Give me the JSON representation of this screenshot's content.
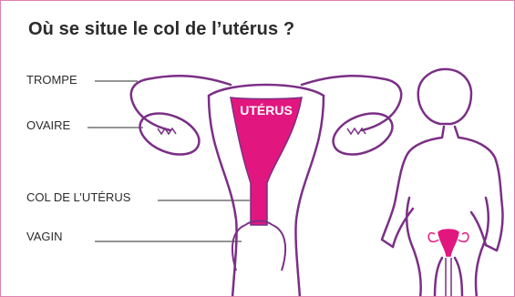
{
  "title": "Où se situe le col de l’utérus ?",
  "labels": {
    "trompe": "TROMPE",
    "ovaire": "OVAIRE",
    "col": "COL DE L’UTÉRUS",
    "vagin": "VAGIN",
    "uterus": "UTÉRUS"
  },
  "colors": {
    "outline": "#7b2f86",
    "accent": "#e2167f",
    "border": "#e27fae",
    "text": "#2b2b2b"
  }
}
